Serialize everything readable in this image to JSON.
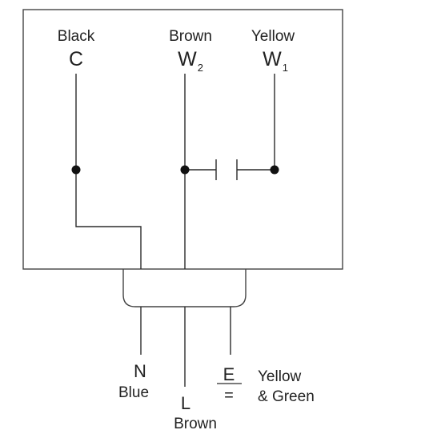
{
  "terminals": {
    "c": {
      "color_name": "Black",
      "label": "C"
    },
    "w2": {
      "color_name": "Brown",
      "label": "W",
      "subscript": "2"
    },
    "w1": {
      "color_name": "Yellow",
      "label": "W",
      "subscript": "1"
    }
  },
  "supply": {
    "n": {
      "label": "N",
      "color_name": "Blue"
    },
    "l": {
      "label": "L",
      "color_name": "Brown"
    },
    "e": {
      "label": "E",
      "symbol": "=",
      "color_name_line1": "Yellow",
      "color_name_line2": "& Green"
    }
  },
  "colors": {
    "line": "#2b2b2b",
    "node": "#111111",
    "text": "#222222"
  }
}
